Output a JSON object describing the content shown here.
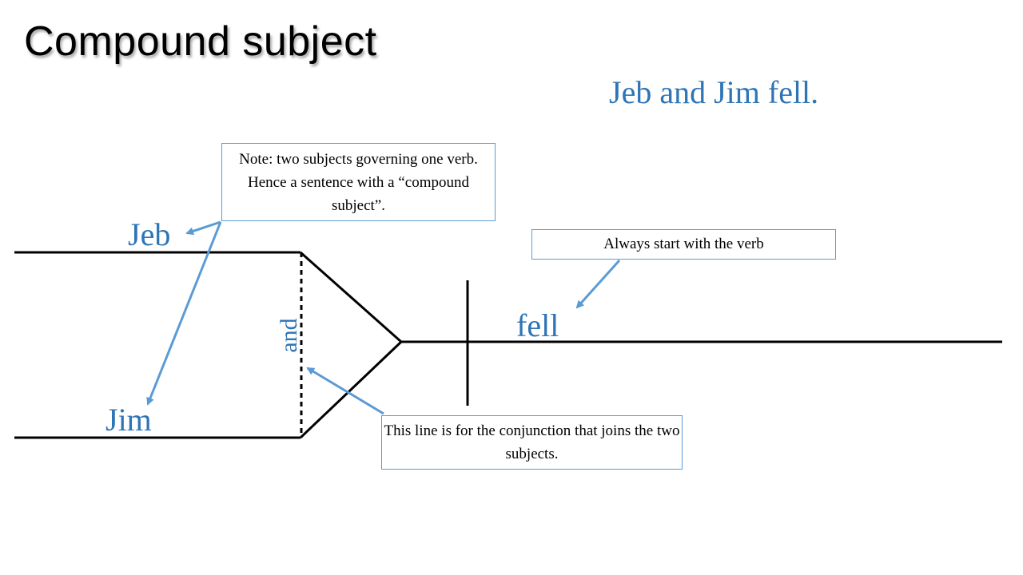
{
  "slide": {
    "title": "Compound subject",
    "sentence": "Jeb and Jim fell.",
    "accent_color": "#2e75b6",
    "callout_border_color": "#5b9bd5"
  },
  "diagram": {
    "subject_1": "Jeb",
    "subject_2": "Jim",
    "conjunction": "and",
    "verb": "fell"
  },
  "notes": {
    "subjects": "Note: two subjects governing one verb.  Hence a sentence with a “compound subject”.",
    "verb": "Always start with the verb",
    "conjunction": "This line is for the conjunction that joins the two subjects."
  }
}
